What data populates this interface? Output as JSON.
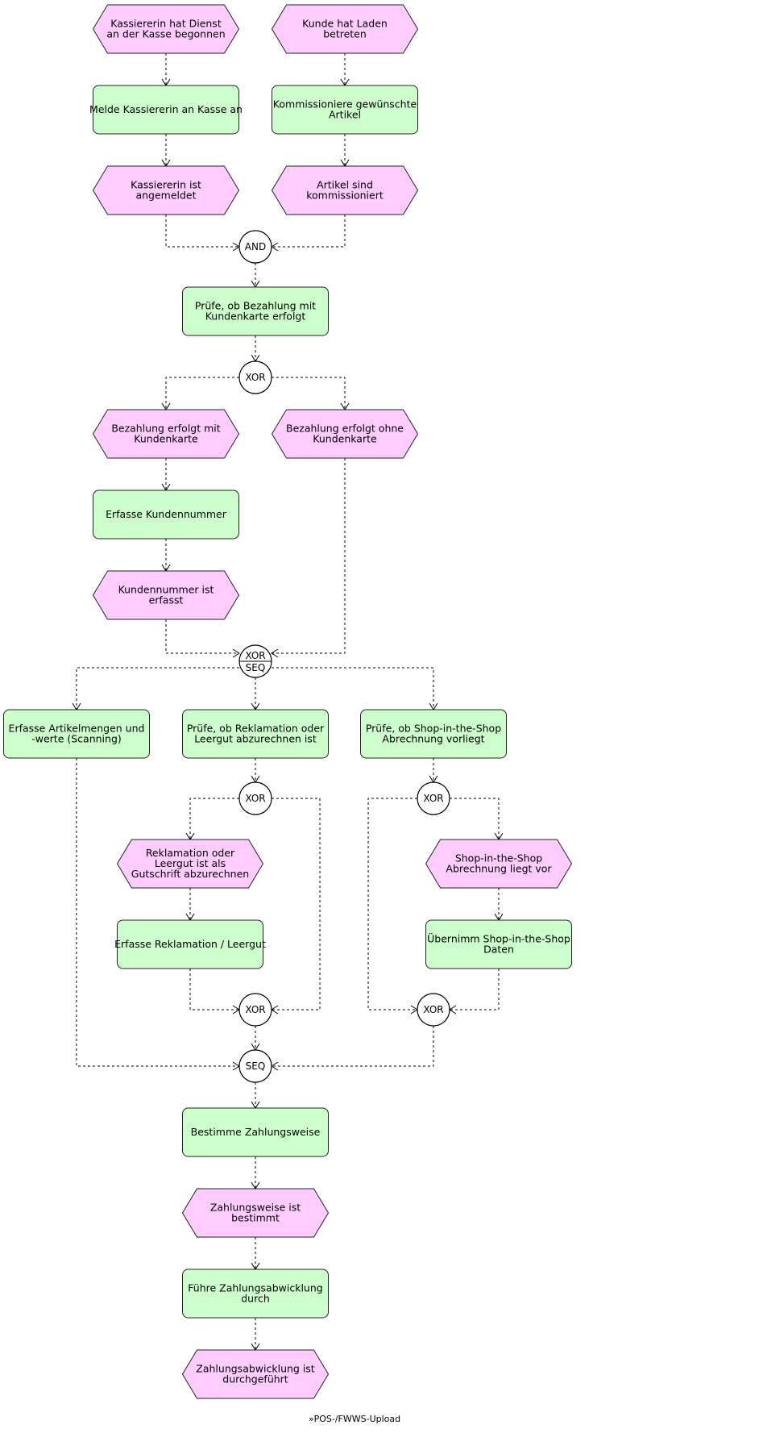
{
  "events": {
    "kassiererin_dienst": [
      "Kassiererin hat Dienst",
      "an der Kasse begonnen"
    ],
    "kunde_laden": [
      "Kunde hat Laden",
      "betreten"
    ],
    "kassiererin_angemeldet": [
      "Kassiererin ist",
      "angemeldet"
    ],
    "artikel_kommissioniert": [
      "Artikel sind",
      "kommissioniert"
    ],
    "bezahlung_mit": [
      "Bezahlung erfolgt mit",
      "Kundenkarte"
    ],
    "bezahlung_ohne": [
      "Bezahlung erfolgt ohne",
      "Kundenkarte"
    ],
    "kundennummer_erfasst": [
      "Kundennummer ist",
      "erfasst"
    ],
    "reklamation_gutschrift": [
      "Reklamation oder",
      "Leergut ist als",
      "Gutschrift abzurechnen"
    ],
    "shop_abrechnung_liegt": [
      "Shop-in-the-Shop",
      "Abrechnung liegt vor"
    ],
    "zahlungsweise_bestimmt": [
      "Zahlungsweise ist",
      "bestimmt"
    ],
    "zahlungsabwicklung_durchgefuehrt": [
      "Zahlungsabwicklung ist",
      "durchgeführt"
    ]
  },
  "functions": {
    "melde_kassiererin": [
      "Melde Kassiererin an Kasse an"
    ],
    "kommissioniere_artikel": [
      "Kommissioniere gewünschte",
      "Artikel"
    ],
    "pruefe_kundenkarte": [
      "Prüfe, ob Bezahlung mit",
      "Kundenkarte erfolgt"
    ],
    "erfasse_kundennummer": [
      "Erfasse Kundennummer"
    ],
    "erfasse_artikelmengen": [
      "Erfasse Artikelmengen und",
      "-werte (Scanning)"
    ],
    "pruefe_reklamation": [
      "Prüfe, ob Reklamation oder",
      "Leergut abzurechnen ist"
    ],
    "pruefe_shop": [
      "Prüfe, ob Shop-in-the-Shop",
      "Abrechnung vorliegt"
    ],
    "erfasse_reklamation": [
      "Erfasse Reklamation / Leergut"
    ],
    "uebernimm_shop": [
      "Übernimm Shop-in-the-Shop",
      "Daten"
    ],
    "bestimme_zahlungsweise": [
      "Bestimme Zahlungsweise"
    ],
    "fuehre_zahlungsabwicklung": [
      "Führe Zahlungsabwicklung",
      "durch"
    ]
  },
  "connectors": {
    "and_label": "AND",
    "xor_label": "XOR",
    "seq_label": "SEQ"
  },
  "footer": {
    "process_link": "»POS-/FWWS-Upload"
  },
  "colors": {
    "event_fill": "#ffccff",
    "function_fill": "#ccffcc",
    "connector_fill": "#ffffff"
  }
}
